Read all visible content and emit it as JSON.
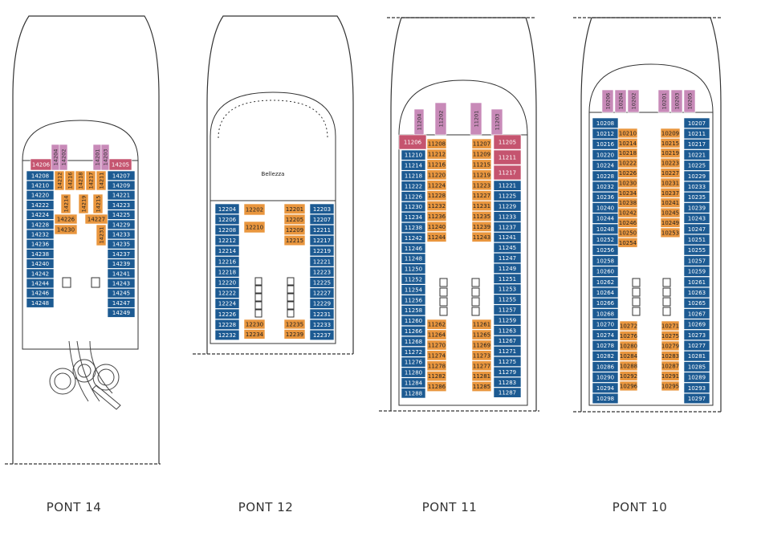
{
  "colors": {
    "outside": "#1c5a92",
    "inside": "#e9963e",
    "suite": "#c88ab8",
    "suite_red": "#c5546f",
    "line": "#333333"
  },
  "decks": [
    {
      "id": "deck14",
      "label": "PONT 14",
      "suites": [
        "14206",
        "14204",
        "14202",
        "14201",
        "14203",
        "14205"
      ],
      "left_outside": [
        "14208",
        "14210",
        "14220",
        "14222",
        "14224",
        "14228",
        "14232",
        "14236",
        "14238",
        "14240",
        "14242",
        "14244",
        "14246",
        "14248"
      ],
      "right_outside": [
        "14207",
        "14209",
        "14221",
        "14223",
        "14225",
        "14229",
        "14233",
        "14235",
        "14237",
        "14239",
        "14241",
        "14243",
        "14245",
        "14247",
        "14249"
      ],
      "inside_top": [
        "14212",
        "14216",
        "14218",
        "14217",
        "14211"
      ],
      "inside_mid": [
        "14214",
        "14219",
        "14215",
        "14226",
        "14227",
        "14230",
        "14231"
      ]
    },
    {
      "id": "deck12",
      "label": "PONT 12",
      "venue": "Bellezza",
      "left_outside": [
        "12204",
        "12206",
        "12208",
        "12212",
        "12214",
        "12216",
        "12218",
        "12220",
        "12222",
        "12224",
        "12226",
        "12228",
        "12232"
      ],
      "right_outside": [
        "12203",
        "12207",
        "12211",
        "12217",
        "12219",
        "12221",
        "12223",
        "12225",
        "12227",
        "12229",
        "12231",
        "12233",
        "12237"
      ],
      "inside_left_top": [
        "12202",
        "12210"
      ],
      "inside_right_top": [
        "12201",
        "12205",
        "12209",
        "12215"
      ],
      "inside_left_bottom": [
        "12230",
        "12234"
      ],
      "inside_right_bottom": [
        "12235",
        "12239"
      ]
    },
    {
      "id": "deck11",
      "label": "PONT 11",
      "suites": [
        "11204",
        "11202",
        "11201",
        "11203"
      ],
      "suites_red": [
        "11206",
        "11205",
        "11211",
        "11217"
      ],
      "left_outside": [
        "11210",
        "11214",
        "11218",
        "11222",
        "11226",
        "11230",
        "11234",
        "11238",
        "11242",
        "11246",
        "11248",
        "11250",
        "11252",
        "11254",
        "11256",
        "11258",
        "11260",
        "11266",
        "11268",
        "11272",
        "11276",
        "11280",
        "11284",
        "11288"
      ],
      "right_outside": [
        "11221",
        "11225",
        "11229",
        "11233",
        "11237",
        "11241",
        "11245",
        "11247",
        "11249",
        "11251",
        "11253",
        "11255",
        "11257",
        "11259",
        "11263",
        "11267",
        "11271",
        "11275",
        "11279",
        "11283",
        "11287"
      ],
      "inside_left_top": [
        "11208",
        "11212",
        "11216",
        "11220",
        "11224",
        "11228",
        "11232",
        "11236",
        "11240",
        "11244"
      ],
      "inside_right_top": [
        "11207",
        "11209",
        "11215",
        "11219",
        "11223",
        "11227",
        "11231",
        "11235",
        "11239",
        "11243"
      ],
      "inside_left_bottom": [
        "11262",
        "11264",
        "11270",
        "11274",
        "11278",
        "11282",
        "11286"
      ],
      "inside_right_bottom": [
        "11261",
        "11265",
        "11269",
        "11273",
        "11277",
        "11281",
        "11285"
      ]
    },
    {
      "id": "deck10",
      "label": "PONT 10",
      "suites": [
        "10206",
        "10204",
        "10202",
        "10201",
        "10203",
        "10205"
      ],
      "left_outside": [
        "10208",
        "10212",
        "10216",
        "10220",
        "10224",
        "10228",
        "10232",
        "10236",
        "10240",
        "10244",
        "10248",
        "10252",
        "10256",
        "10258",
        "10260",
        "10262",
        "10264",
        "10266",
        "10268",
        "10270",
        "10274",
        "10278",
        "10282",
        "10286",
        "10290",
        "10294",
        "10298"
      ],
      "right_outside": [
        "10207",
        "10211",
        "10217",
        "10221",
        "10225",
        "10229",
        "10233",
        "10235",
        "10239",
        "10243",
        "10247",
        "10251",
        "10255",
        "10257",
        "10259",
        "10261",
        "10263",
        "10265",
        "10267",
        "10269",
        "10273",
        "10277",
        "10281",
        "10285",
        "10289",
        "10293",
        "10297"
      ],
      "inside_left_top": [
        "10210",
        "10214",
        "10218",
        "10222",
        "10226",
        "10230",
        "10234",
        "10238",
        "10242",
        "10246",
        "10250",
        "10254"
      ],
      "inside_right_top": [
        "10209",
        "10215",
        "10219",
        "10223",
        "10227",
        "10231",
        "10237",
        "10241",
        "10245",
        "10249",
        "10253"
      ],
      "inside_left_bottom": [
        "10272",
        "10276",
        "10280",
        "10284",
        "10288",
        "10292",
        "10296"
      ],
      "inside_right_bottom": [
        "10271",
        "10275",
        "10279",
        "10283",
        "10287",
        "10291",
        "10295"
      ]
    }
  ]
}
